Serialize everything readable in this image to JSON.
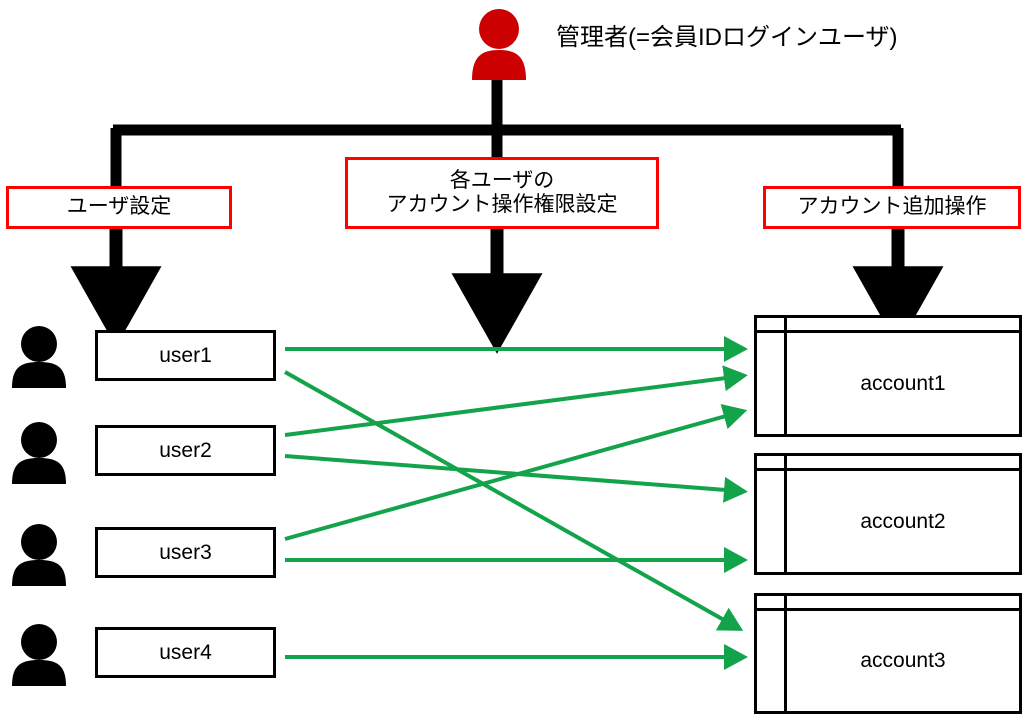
{
  "diagram": {
    "title_text": "管理者(=会員IDログインユーザ)",
    "admin_icon": "person-icon-red",
    "colors": {
      "admin": "#cc0000",
      "operation_border": "#ff0000",
      "connector": "#000000",
      "mapping_arrow": "#13a34a",
      "box_border": "#000000",
      "person": "#000000",
      "background": "#ffffff"
    }
  },
  "operations": [
    {
      "id": "user-settings",
      "label": "ユーザ設定",
      "line1": "ユーザ設定",
      "line2": ""
    },
    {
      "id": "permission-settings",
      "label": "各ユーザのアカウント操作権限設定",
      "line1": "各ユーザの",
      "line2": "アカウント操作権限設定"
    },
    {
      "id": "account-add",
      "label": "アカウント追加操作",
      "line1": "アカウント追加操作",
      "line2": ""
    }
  ],
  "users": [
    {
      "id": "user1",
      "label": "user1"
    },
    {
      "id": "user2",
      "label": "user2"
    },
    {
      "id": "user3",
      "label": "user3"
    },
    {
      "id": "user4",
      "label": "user4"
    }
  ],
  "accounts": [
    {
      "id": "account1",
      "label": "account1"
    },
    {
      "id": "account2",
      "label": "account2"
    },
    {
      "id": "account3",
      "label": "account3"
    }
  ],
  "mappings": [
    {
      "from": "user1",
      "to": "account1"
    },
    {
      "from": "user1",
      "to": "account3"
    },
    {
      "from": "user2",
      "to": "account1"
    },
    {
      "from": "user2",
      "to": "account2"
    },
    {
      "from": "user3",
      "to": "account1"
    },
    {
      "from": "user3",
      "to": "account2"
    },
    {
      "from": "user4",
      "to": "account3"
    }
  ]
}
